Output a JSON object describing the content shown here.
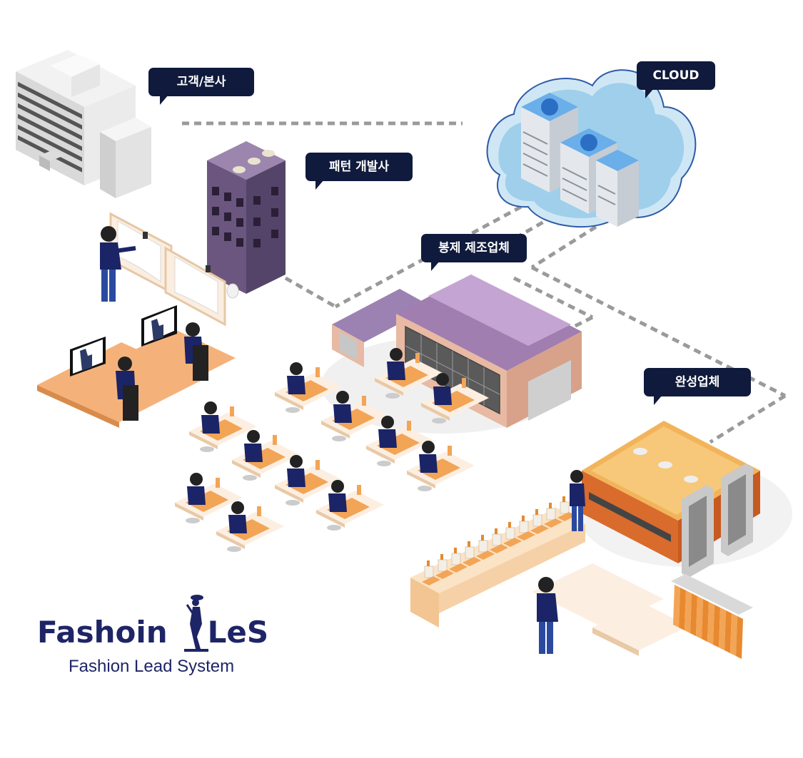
{
  "labels": {
    "hq": "고객/본사",
    "pattern": "패턴 개발사",
    "cloud": "CLOUD",
    "sewing": "봉제 제조업체",
    "finishing": "완성업체"
  },
  "logo": {
    "part1": "Fashoin",
    "part2": "LeS",
    "subtitle": "Fashion Lead System"
  },
  "colors": {
    "bubble": "#0f1a3c",
    "navy": "#1e2566",
    "purple_building": "#6b5680",
    "factory_roof": "#a17eb0",
    "finishing_roof": "#f2b45a",
    "cloud": "#cfe7f5",
    "desk": "#f4b27a",
    "worker": "#1b2466"
  },
  "icons": [
    "office-building-icon",
    "pattern-building-icon",
    "cloud-server-icon",
    "sewing-factory-icon",
    "finishing-factory-icon",
    "plotter-icon",
    "computer-monitor-icon",
    "sewing-machine-icon",
    "garment-rack-icon",
    "fashion-figure-icon"
  ]
}
